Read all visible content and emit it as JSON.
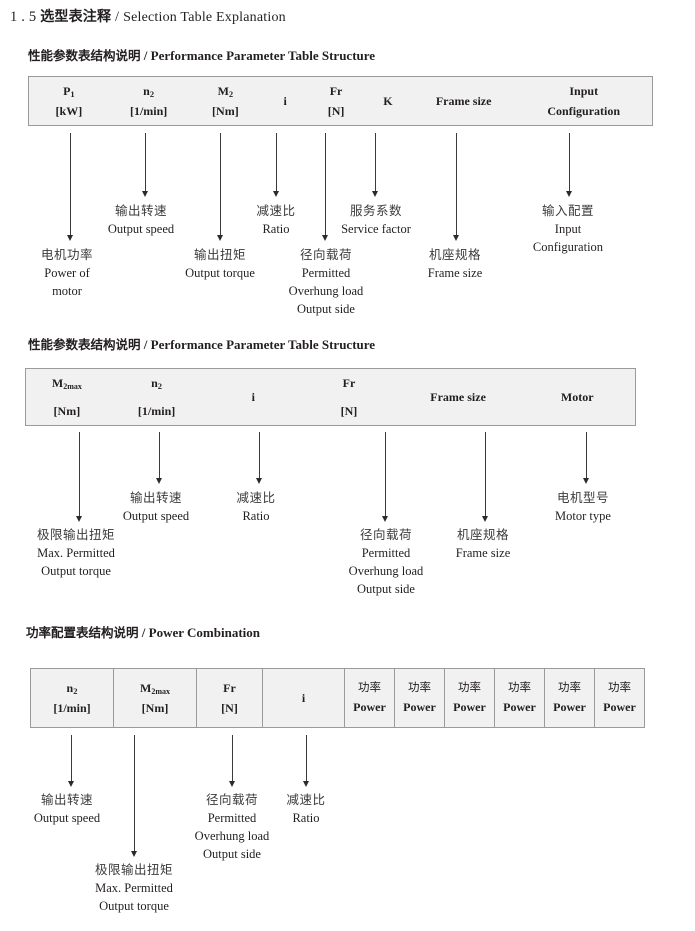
{
  "page": {
    "title_number": "1 . 5",
    "title_cn": "选型表注释",
    "title_sep": "/",
    "title_en": "Selection Table Explanation"
  },
  "sections": [
    {
      "id": "performance-parameter-1",
      "heading_cn": "性能参数表结构说明",
      "heading_sep": "/",
      "heading_en": "Performance Parameter Table Structure",
      "table": {
        "bordered": false,
        "columns": [
          {
            "name": "p1",
            "line1": "P",
            "sub1": "1",
            "line2": "[kW]"
          },
          {
            "name": "n2",
            "line1": "n",
            "sub1": "2",
            "line2": "[1/min]"
          },
          {
            "name": "m2",
            "line1": "M",
            "sub1": "2",
            "line2": "[Nm]"
          },
          {
            "name": "i",
            "line1": "i",
            "sub1": "",
            "line2": ""
          },
          {
            "name": "fr",
            "line1": "Fr",
            "sub1": "",
            "line2": "[N]"
          },
          {
            "name": "k",
            "line1": "K",
            "sub1": "",
            "line2": ""
          },
          {
            "name": "frame",
            "line1": "Frame size",
            "sub1": "",
            "line2": ""
          },
          {
            "name": "input",
            "line1": "Input",
            "sub1": "",
            "line2": "Configuration"
          }
        ]
      },
      "callouts": [
        {
          "name": "power-of-motor",
          "cn": "电机功率",
          "en": [
            "Power of",
            "motor"
          ]
        },
        {
          "name": "output-speed",
          "cn": "输出转速",
          "en": [
            "Output speed"
          ]
        },
        {
          "name": "output-torque",
          "cn": "输出扭矩",
          "en": [
            "Output torque"
          ]
        },
        {
          "name": "ratio",
          "cn": "减速比",
          "en": [
            "Ratio"
          ]
        },
        {
          "name": "overhung-load",
          "cn": "径向载荷",
          "en": [
            "Permitted",
            "Overhung load",
            "Output side"
          ]
        },
        {
          "name": "service-factor",
          "cn": "服务系数",
          "en": [
            "Service factor"
          ]
        },
        {
          "name": "frame-size",
          "cn": "机座规格",
          "en": [
            "Frame size"
          ]
        },
        {
          "name": "input-configuration",
          "cn": "输入配置",
          "en": [
            "Input",
            "Configuration"
          ]
        }
      ]
    },
    {
      "id": "performance-parameter-2",
      "heading_cn": "性能参数表结构说明",
      "heading_sep": "/",
      "heading_en": "Performance Parameter Table Structure",
      "table": {
        "bordered": false,
        "columns": [
          {
            "name": "m2max",
            "line1": "M",
            "sub1": "2max",
            "line2": "[Nm]"
          },
          {
            "name": "n2",
            "line1": "n",
            "sub1": "2",
            "line2": "[1/min]"
          },
          {
            "name": "i",
            "line1": "i",
            "sub1": "",
            "line2": ""
          },
          {
            "name": "fr",
            "line1": "Fr",
            "sub1": "",
            "line2": "[N]"
          },
          {
            "name": "frame",
            "line1": "Frame size",
            "sub1": "",
            "line2": ""
          },
          {
            "name": "motor",
            "line1": "Motor",
            "sub1": "",
            "line2": ""
          }
        ]
      },
      "callouts": [
        {
          "name": "max-output-torque",
          "cn": "极限输出扭矩",
          "en": [
            "Max. Permitted",
            "Output  torque"
          ]
        },
        {
          "name": "output-speed",
          "cn": "输出转速",
          "en": [
            "Output speed"
          ]
        },
        {
          "name": "ratio",
          "cn": "减速比",
          "en": [
            "Ratio"
          ]
        },
        {
          "name": "overhung-load",
          "cn": "径向载荷",
          "en": [
            "Permitted",
            "Overhung load",
            "Output side"
          ]
        },
        {
          "name": "frame-size",
          "cn": "机座规格",
          "en": [
            "Frame size"
          ]
        },
        {
          "name": "motor-type",
          "cn": "电机型号",
          "en": [
            "Motor type"
          ]
        }
      ]
    },
    {
      "id": "power-combination",
      "heading_cn": "功率配置表结构说明",
      "heading_sep": "/",
      "heading_en": "Power Combination",
      "table": {
        "bordered": true,
        "columns": [
          {
            "name": "n2",
            "line1": "n",
            "sub1": "2",
            "line2": "[1/min]"
          },
          {
            "name": "m2max",
            "line1": "M",
            "sub1": "2max",
            "line2": "[Nm]"
          },
          {
            "name": "fr",
            "line1": "Fr",
            "sub1": "",
            "line2": "[N]"
          },
          {
            "name": "i",
            "line1": "i",
            "sub1": "",
            "line2": ""
          },
          {
            "name": "power-1",
            "line1_cn": "功率",
            "line2": "Power"
          },
          {
            "name": "power-2",
            "line1_cn": "功率",
            "line2": "Power"
          },
          {
            "name": "power-3",
            "line1_cn": "功率",
            "line2": "Power"
          },
          {
            "name": "power-4",
            "line1_cn": "功率",
            "line2": "Power"
          },
          {
            "name": "power-5",
            "line1_cn": "功率",
            "line2": "Power"
          },
          {
            "name": "power-6",
            "line1_cn": "功率",
            "line2": "Power"
          }
        ]
      },
      "callouts": [
        {
          "name": "output-speed",
          "cn": "输出转速",
          "en": [
            "Output speed"
          ]
        },
        {
          "name": "max-output-torque",
          "cn": "极限输出扭矩",
          "en": [
            "Max. Permitted",
            "Output  torque"
          ]
        },
        {
          "name": "overhung-load",
          "cn": "径向载荷",
          "en": [
            "Permitted",
            "Overhung load",
            "Output side"
          ]
        },
        {
          "name": "ratio",
          "cn": "减速比",
          "en": [
            "Ratio"
          ]
        }
      ]
    }
  ],
  "colors": {
    "header_fill": "#f1f1f1",
    "header_border": "#9a9a9a",
    "text": "#231f20",
    "arrow": "#2b2b2b"
  }
}
